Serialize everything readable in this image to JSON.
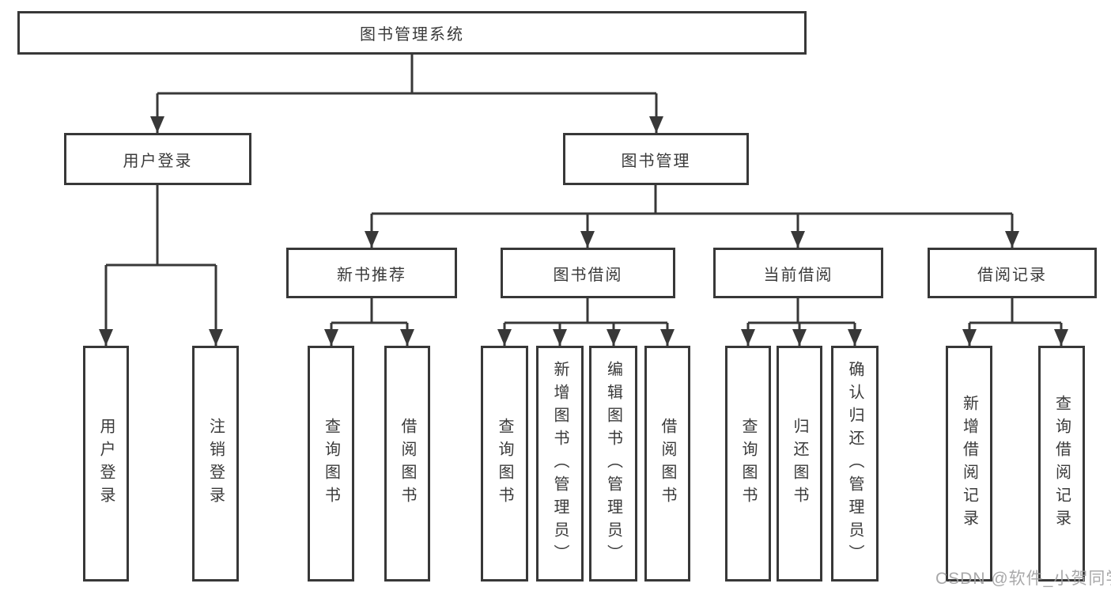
{
  "diagram": {
    "root": "图书管理系统",
    "level2": [
      "用户登录",
      "图书管理"
    ],
    "level3": [
      "新书推荐",
      "图书借阅",
      "当前借阅",
      "借阅记录"
    ],
    "leaves": [
      "用户登录",
      "注销登录",
      "查询图书",
      "借阅图书",
      "查询图书",
      "新增图书（管理员）",
      "编辑图书（管理员）",
      "借阅图书",
      "查询图书",
      "归还图书",
      "确认归还（管理员）",
      "新增借阅记录",
      "查询借阅记录"
    ]
  },
  "watermark": "CSDN @软件_小贺同学",
  "colors": {
    "line": "#383838",
    "box_border": "#383838",
    "text": "#3a3a3a",
    "watermark": "#9e9ea0",
    "background": "#ffffff"
  }
}
